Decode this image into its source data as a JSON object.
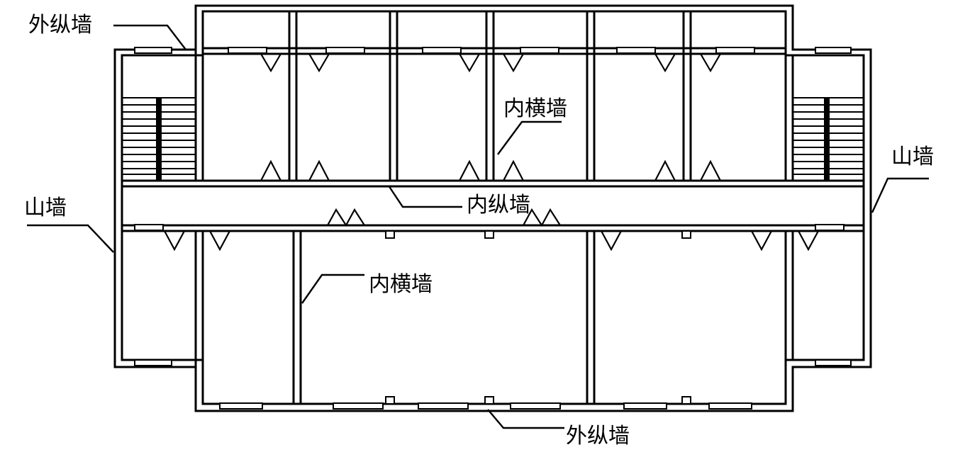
{
  "labels": {
    "outer_longitudinal_top": "外纵墙",
    "outer_longitudinal_bottom": "外纵墙",
    "inner_cross_upper": "内横墙",
    "inner_cross_lower": "内横墙",
    "inner_longitudinal": "内纵墙",
    "gable_left": "山墙",
    "gable_right": "山墙"
  }
}
